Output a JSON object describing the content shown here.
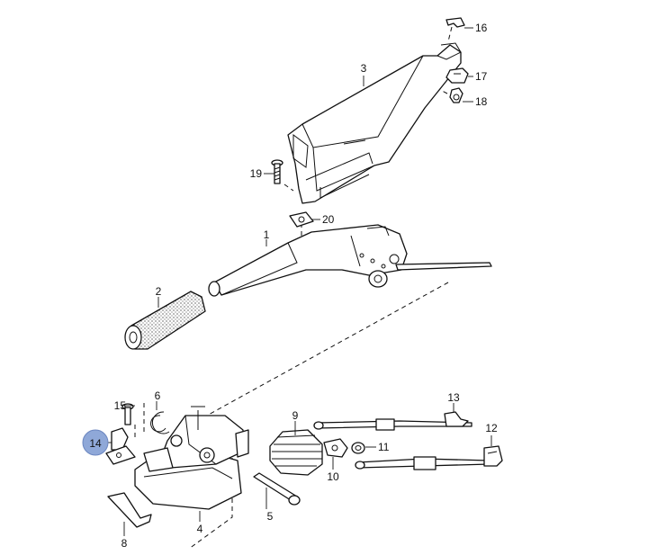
{
  "highlight_color": "#8fa8d8",
  "callouts": {
    "c1": "1",
    "c2": "2",
    "c3": "3",
    "c4": "4",
    "c5": "5",
    "c6": "6",
    "c7": "8",
    "c8": "9",
    "c9": "10",
    "c10": "11",
    "c11": "12",
    "c12": "13",
    "c13": "14",
    "c14": "15",
    "c15": "16",
    "c16": "17",
    "c17": "18",
    "c18": "19",
    "c19": "20"
  }
}
